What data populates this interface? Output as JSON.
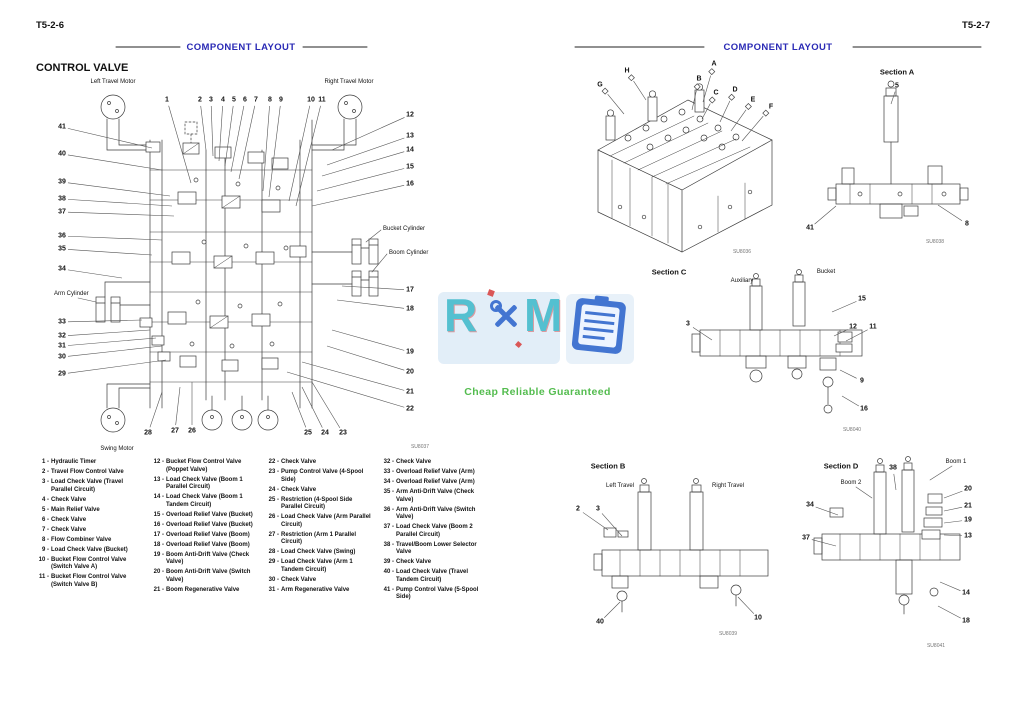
{
  "left_page": {
    "page_number": "T5-2-6",
    "header_title": "COMPONENT LAYOUT",
    "section_title": "CONTROL VALVE",
    "figure_code": "SU8037",
    "diagram_labels": {
      "left_travel_motor": "Left Travel Motor",
      "right_travel_motor": "Right Travel Motor",
      "bucket_cylinder": "Bucket Cylinder",
      "boom_cylinder": "Boom Cylinder",
      "arm_cylinder": "Arm Cylinder",
      "swing_motor": "Swing Motor"
    },
    "callout_numbers": {
      "top": [
        "1",
        "2",
        "3",
        "4",
        "5",
        "6",
        "7",
        "8",
        "9",
        "10",
        "11"
      ],
      "left": [
        "41",
        "40",
        "39",
        "38",
        "37",
        "36",
        "35",
        "34",
        "33",
        "32",
        "31",
        "30",
        "29"
      ],
      "right": [
        "12",
        "13",
        "14",
        "15",
        "16",
        "17",
        "18",
        "19",
        "20",
        "21",
        "22"
      ],
      "bottom": [
        "28",
        "27",
        "26",
        "25",
        "24",
        "23"
      ]
    }
  },
  "right_page": {
    "page_number": "T5-2-7",
    "header_title": "COMPONENT LAYOUT",
    "iso_letters": [
      "A",
      "B",
      "C",
      "D",
      "E",
      "F",
      "G",
      "H"
    ],
    "figure_codes": {
      "iso": "SU8036",
      "section_a": "SU8038",
      "section_b": "SU8039",
      "section_c": "SU8040",
      "section_d": "SU8041"
    },
    "sections": {
      "a": {
        "label": "Section A",
        "callouts": [
          "5",
          "41",
          "8"
        ]
      },
      "c": {
        "label": "Section C",
        "sublabels": [
          "Auxiliary",
          "Bucket"
        ],
        "callouts": [
          "3",
          "15",
          "12",
          "11",
          "9",
          "16"
        ]
      },
      "b": {
        "label": "Section B",
        "sublabels": [
          "Left Travel",
          "Right Travel"
        ],
        "callouts": [
          "2",
          "3",
          "40",
          "10"
        ]
      },
      "d": {
        "label": "Section D",
        "sublabels": [
          "Boom 2",
          "Boom 1"
        ],
        "callouts": [
          "38",
          "34",
          "37",
          "20",
          "21",
          "19",
          "13",
          "14",
          "18"
        ]
      }
    }
  },
  "legend": {
    "columns": [
      [
        {
          "num": "1",
          "name": "Hydraulic Timer"
        },
        {
          "num": "2",
          "name": "Travel Flow Control Valve"
        },
        {
          "num": "3",
          "name": "Load Check Valve (Travel Parallel Circuit)"
        },
        {
          "num": "4",
          "name": "Check Valve"
        },
        {
          "num": "5",
          "name": "Main Relief Valve"
        },
        {
          "num": "6",
          "name": "Check Valve"
        },
        {
          "num": "7",
          "name": "Check Valve"
        },
        {
          "num": "8",
          "name": "Flow Combiner Valve"
        },
        {
          "num": "9",
          "name": "Load Check Valve (Bucket)"
        },
        {
          "num": "10",
          "name": "Bucket Flow Control Valve (Switch Valve A)"
        },
        {
          "num": "11",
          "name": "Bucket Flow Control Valve (Switch Valve B)"
        }
      ],
      [
        {
          "num": "12",
          "name": "Bucket Flow Control Valve (Poppet Valve)"
        },
        {
          "num": "13",
          "name": "Load Check Valve (Boom 1 Parallel Circuit)"
        },
        {
          "num": "14",
          "name": "Load Check Valve (Boom 1 Tandem Circuit)"
        },
        {
          "num": "15",
          "name": "Overload Relief Valve (Bucket)"
        },
        {
          "num": "16",
          "name": "Overload Relief Valve (Bucket)"
        },
        {
          "num": "17",
          "name": "Overload Relief Valve (Boom)"
        },
        {
          "num": "18",
          "name": "Overload Relief Valve (Boom)"
        },
        {
          "num": "19",
          "name": "Boom Anti-Drift Valve (Check Valve)"
        },
        {
          "num": "20",
          "name": "Boom Anti-Drift Valve (Switch Valve)"
        },
        {
          "num": "21",
          "name": "Boom Regenerative Valve"
        }
      ],
      [
        {
          "num": "22",
          "name": "Check Valve"
        },
        {
          "num": "23",
          "name": "Pump Control Valve (4-Spool Side)"
        },
        {
          "num": "24",
          "name": "Check Valve"
        },
        {
          "num": "25",
          "name": "Restriction (4-Spool Side Parallel Circuit)"
        },
        {
          "num": "26",
          "name": "Load Check Valve (Arm Parallel Circuit)"
        },
        {
          "num": "27",
          "name": "Restriction (Arm 1 Parallel Circuit)"
        },
        {
          "num": "28",
          "name": "Load Check Valve (Swing)"
        },
        {
          "num": "29",
          "name": "Load Check Valve (Arm 1 Tandem Circuit)"
        },
        {
          "num": "30",
          "name": "Check Valve"
        },
        {
          "num": "31",
          "name": "Arm Regenerative Valve"
        }
      ],
      [
        {
          "num": "32",
          "name": "Check Valve"
        },
        {
          "num": "33",
          "name": "Overload Relief Valve (Arm)"
        },
        {
          "num": "34",
          "name": "Overload Relief Valve (Arm)"
        },
        {
          "num": "35",
          "name": "Arm Anti-Drift Valve (Check Valve)"
        },
        {
          "num": "36",
          "name": "Arm Anti-Drift Valve (Switch Valve)"
        },
        {
          "num": "37",
          "name": "Load Check Valve (Boom 2 Parallel Circuit)"
        },
        {
          "num": "38",
          "name": "Travel/Boom Lower Selector Valve"
        },
        {
          "num": "39",
          "name": "Check Valve"
        },
        {
          "num": "40",
          "name": "Load Check Valve (Travel Tandem Circuit)"
        },
        {
          "num": "41",
          "name": "Pump Control Valve (5-Spool Side)"
        }
      ]
    ]
  },
  "watermark": {
    "letter_left": "R",
    "letter_right": "M",
    "tagline": "Cheap Reliable Guaranteed"
  }
}
